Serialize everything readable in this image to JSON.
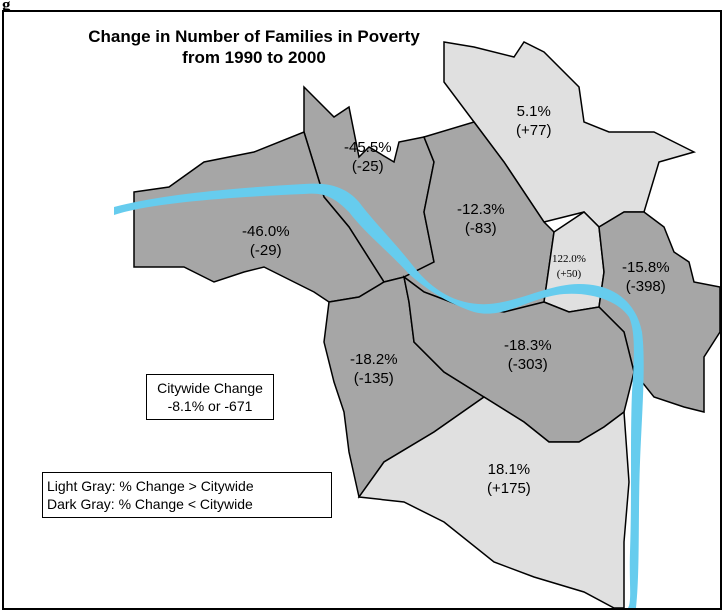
{
  "heading_fragment": "g",
  "map": {
    "title_line1": "Change in Number of Families in Poverty",
    "title_line2": "from 1990 to 2000",
    "colors": {
      "light_gray": "#e0e0e0",
      "dark_gray": "#a6a6a6",
      "river": "#66ccee",
      "border": "#000000"
    },
    "regions": [
      {
        "id": "north",
        "percent": "5.1%",
        "count": "(+77)",
        "shade": "light"
      },
      {
        "id": "northwest",
        "percent": "-45.5%",
        "count": "(-25)",
        "shade": "dark"
      },
      {
        "id": "west",
        "percent": "-46.0%",
        "count": "(-29)",
        "shade": "dark"
      },
      {
        "id": "north-central",
        "percent": "-12.3%",
        "count": "(-83)",
        "shade": "dark"
      },
      {
        "id": "small-central",
        "percent": "122.0%",
        "count": "(+50)",
        "shade": "light"
      },
      {
        "id": "east",
        "percent": "-15.8%",
        "count": "(-398)",
        "shade": "dark"
      },
      {
        "id": "southwest",
        "percent": "-18.2%",
        "count": "(-135)",
        "shade": "dark"
      },
      {
        "id": "south-central",
        "percent": "-18.3%",
        "count": "(-303)",
        "shade": "dark"
      },
      {
        "id": "south",
        "percent": "18.1%",
        "count": "(+175)",
        "shade": "light"
      }
    ],
    "citywide_box": {
      "line1": "Citywide Change",
      "line2": "-8.1% or -671"
    },
    "legend": {
      "line1": "Light Gray: % Change > Citywide",
      "line2": "Dark Gray: % Change < Citywide"
    }
  }
}
